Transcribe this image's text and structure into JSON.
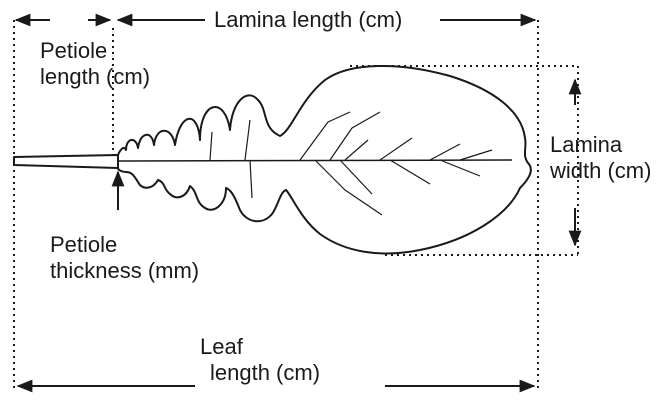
{
  "labels": {
    "petiole_length": [
      "Petiole",
      "length (cm)"
    ],
    "lamina_length": "Lamina length (cm)",
    "lamina_width": [
      "Lamina",
      "width (cm)"
    ],
    "petiole_thickness": [
      "Petiole",
      "thickness (mm)"
    ],
    "leaf_length": [
      "Leaf",
      "length (cm)"
    ]
  },
  "colors": {
    "ink": "#1a1a1a",
    "leaf_fill": "#ffffff",
    "background": "#ffffff"
  }
}
